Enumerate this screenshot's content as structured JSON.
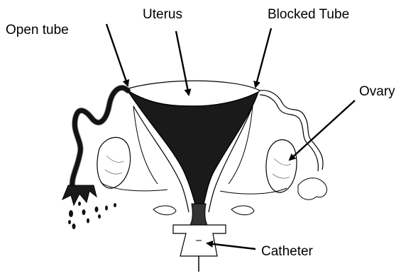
{
  "labels": {
    "open_tube": "Open tube",
    "uterus": "Uterus",
    "blocked_tube": "Blocked Tube",
    "ovary": "Ovary",
    "catheter": "Catheter"
  },
  "colors": {
    "ink": "#000000",
    "fill_dark": "#1a1a1a",
    "paper": "#ffffff"
  }
}
